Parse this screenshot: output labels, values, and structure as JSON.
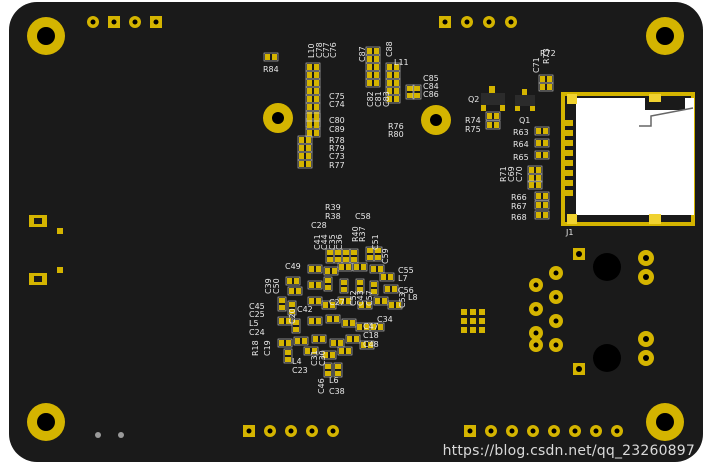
{
  "watermark": "https://blog.csdn.net/qq_23260897",
  "colors": {
    "board": "#1a1a1a",
    "pad_gold": "#d4b400",
    "pad_gold_light": "#f0d230",
    "silkscreen": "#e8e8e8",
    "connector_body": "#ffffff",
    "hole": "#000000",
    "page_background": "#ffffff"
  },
  "designators": {
    "top_left_group": [
      "R84"
    ],
    "l10_group": [
      "L10",
      "C78",
      "C77",
      "C76",
      "C75",
      "C74",
      "C80",
      "C89",
      "R78",
      "R79",
      "C73",
      "R77"
    ],
    "l11_group": [
      "C87",
      "C88",
      "L11",
      "C82",
      "C81",
      "C83",
      "C85",
      "C84",
      "C86",
      "R76",
      "R80"
    ],
    "transistors": [
      "Q2",
      "Q1",
      "R74",
      "R75",
      "R72",
      "R73",
      "C71"
    ],
    "card_resistors": [
      "R63",
      "R64",
      "R65",
      "R71",
      "C69",
      "C70",
      "R66",
      "R67",
      "R68",
      "J1"
    ],
    "center_cluster": [
      "R39",
      "R38",
      "C28",
      "C41",
      "C44",
      "C35",
      "C36",
      "R40",
      "R37",
      "C58",
      "C51",
      "C59",
      "C49",
      "C55",
      "L7",
      "C56",
      "C53",
      "L8",
      "C39",
      "C50",
      "C45",
      "C25",
      "L5",
      "C24",
      "C42",
      "C27",
      "C52",
      "C43",
      "C57",
      "C34",
      "C47",
      "C18",
      "C48",
      "R18",
      "C19",
      "L4",
      "C23",
      "C31",
      "C30",
      "C46",
      "L6",
      "C38",
      "C20"
    ]
  }
}
